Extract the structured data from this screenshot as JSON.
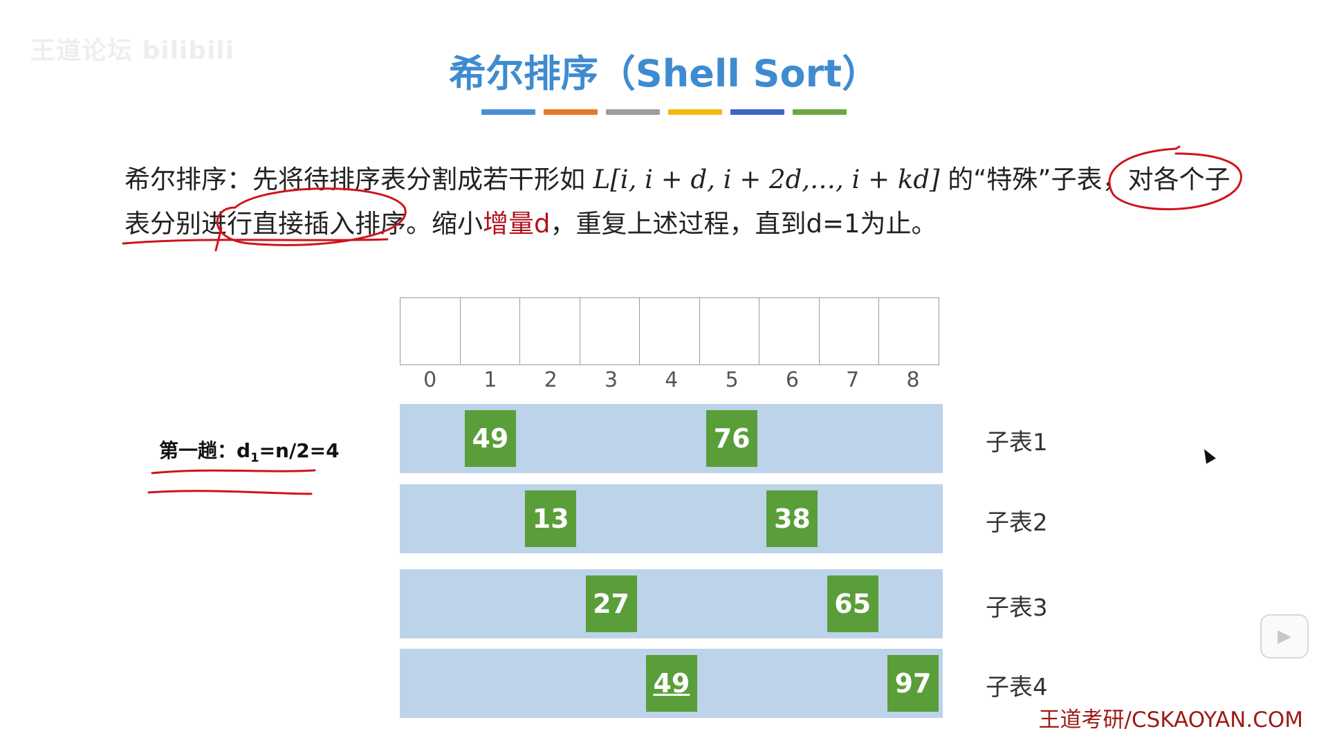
{
  "watermark": "王道论坛 bilibili",
  "title": "希尔排序（Shell Sort）",
  "color_bars": [
    "#4a8fd6",
    "#e8772e",
    "#9e9e9e",
    "#f2b90f",
    "#3b66c4",
    "#6aa83f"
  ],
  "description": {
    "part1": "希尔排序：先将待排序表分割成若干形如 ",
    "formula": "L[i, i + d, i + 2d,…, i + kd]",
    "part2": " 的“特殊”子表，对各个子表分别进行直接插入排序。缩小",
    "highlight": "增量d",
    "part3": "，重复上述过程，直到d=1为止。"
  },
  "array": {
    "indices": [
      "0",
      "1",
      "2",
      "3",
      "4",
      "5",
      "6",
      "7",
      "8"
    ]
  },
  "pass_label": {
    "prefix": "第一趟：d",
    "subscript": "1",
    "suffix": "=n/2=4"
  },
  "sublists": [
    {
      "label": "子表1",
      "values": [
        {
          "value": "49",
          "index": 1
        },
        {
          "value": "76",
          "index": 5
        }
      ]
    },
    {
      "label": "子表2",
      "values": [
        {
          "value": "13",
          "index": 2
        },
        {
          "value": "38",
          "index": 6
        }
      ]
    },
    {
      "label": "子表3",
      "values": [
        {
          "value": "27",
          "index": 3
        },
        {
          "value": "65",
          "index": 7
        }
      ]
    },
    {
      "label": "子表4",
      "values": [
        {
          "value": "49",
          "index": 4,
          "underlined": true
        },
        {
          "value": "97",
          "index": 8
        }
      ]
    }
  ],
  "footer": "王道考研/CSKAOYAN.COM",
  "colors": {
    "title": "#3f8bd0",
    "band": "#bdd3ea",
    "box": "#5a9e3a",
    "annotation": "#d0121b"
  }
}
